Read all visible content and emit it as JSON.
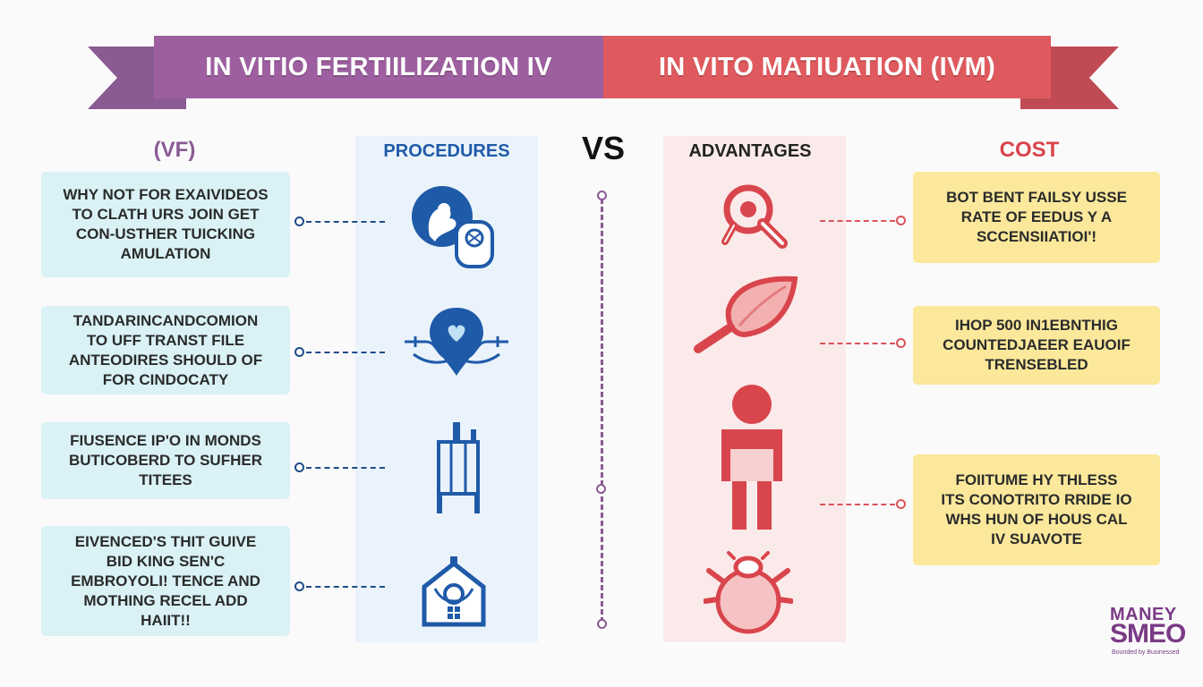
{
  "banner": {
    "left_title": "In vitio fertiilization iv",
    "right_title": "In Vito matiuation (IVM)",
    "colors": {
      "left": "#9d5f9f",
      "right": "#df5a5e"
    }
  },
  "columns": {
    "left_heading": "(VF)",
    "procedures_heading": "PROCEDURES",
    "vs_label": "VS",
    "advantages_heading": "ADVANTAGES",
    "cost_heading": "COST"
  },
  "left_boxes": [
    {
      "text": "WHY NOT FOR EXAIVIDEOS\nTO CLATH URS JOIN GET\nCON-USTHER TUICKING\nAMULATION"
    },
    {
      "text": "TANDARINCANDCOMION\nTO UFF TRANST FILE\nANTEODIRES SHOULD OF\nFOR CINDOCATY"
    },
    {
      "text": "FIUSENCE IP'O IN MONDS\nBUTICOBERD TO SUFHER\nTITEES"
    },
    {
      "text": "EIVENCED'S THIT GUIVE\nBID KING SEN'C\nEMBROYOLI! TENCE AND\nMOTHING RECEL ADD\nHAIIT!!"
    }
  ],
  "right_boxes": [
    {
      "text": "BOT BENT FAILSY USSE\nRATE OF EEDUS Y A\nSCCENSIIATIOI'!"
    },
    {
      "text": "IHOP 500 IN1EBNTHIG\nCOUNTEDJAEER EAUOIF\nTRENSEBLED"
    },
    {
      "text": "FOIITUME HY THLESS\nITS CONOTRITO RRIDE IO\nWHS HUN OF HOUS CAL\nIV SUAVOTE"
    }
  ],
  "procedure_icons": [
    "mother-baby-icon",
    "uterus-heart-icon",
    "medical-stand-icon",
    "clinic-building-icon"
  ],
  "advantage_icons": [
    "magnifier-icon",
    "leaf-magnifier-icon",
    "person-icon",
    "ovary-cell-icon"
  ],
  "logo": {
    "line1": "MANEY",
    "line2": "SMEO",
    "tagline": "Bounded by Businessed"
  },
  "theme": {
    "blue": "#1f4c8a",
    "red": "#d9545a",
    "purple": "#8a5a93",
    "teal_box": "#daf2f6",
    "yellow_box": "#fbe89b"
  }
}
